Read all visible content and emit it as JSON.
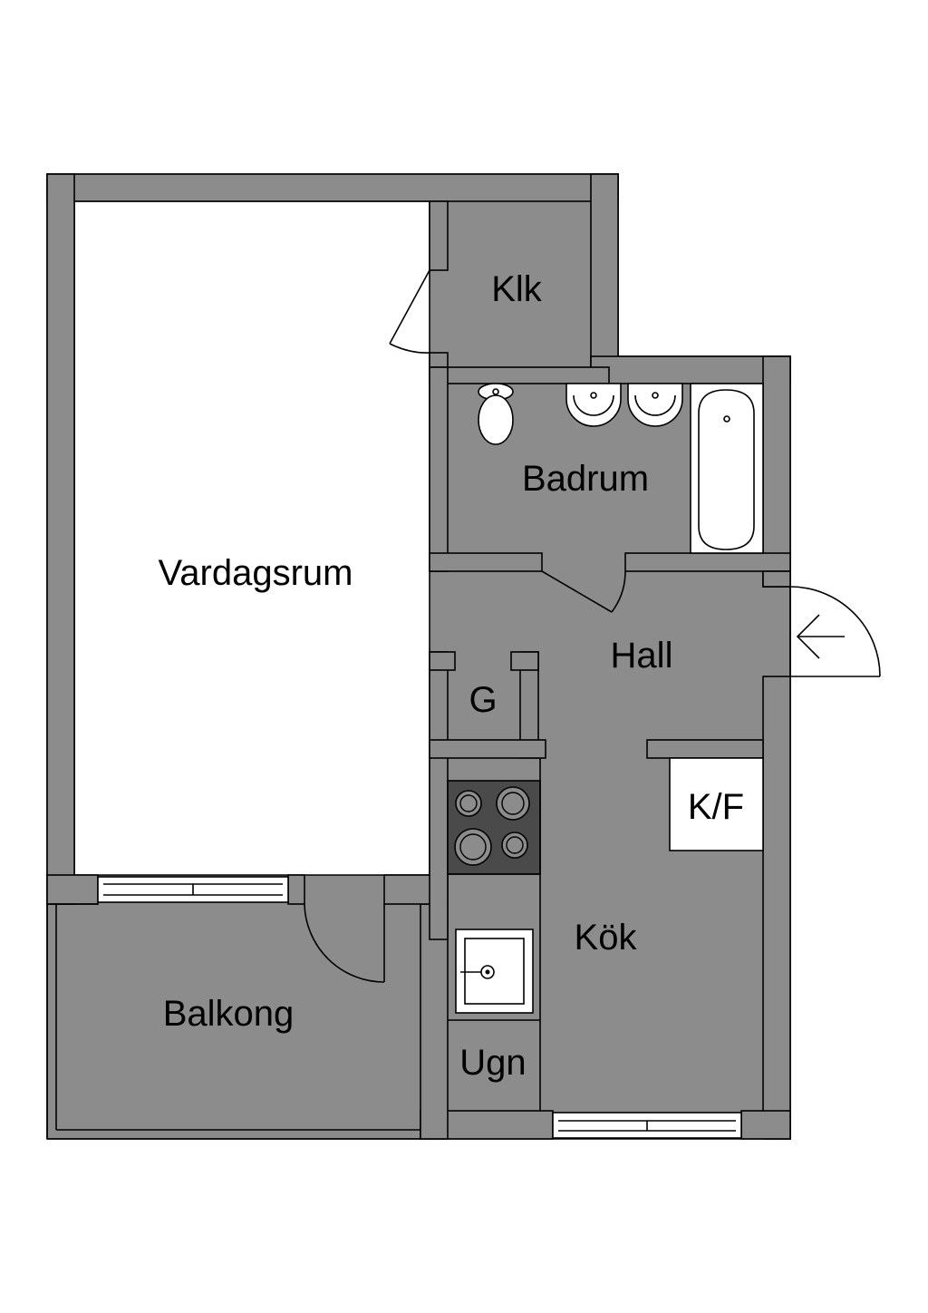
{
  "rooms": {
    "klk": "Klk",
    "badrum": "Badrum",
    "vardagsrum": "Vardagsrum",
    "hall": "Hall",
    "g": "G",
    "kf": "K/F",
    "kok": "Kök",
    "balkong": "Balkong",
    "ugn": "Ugn"
  },
  "colors": {
    "wall": "#8c8c8c",
    "stove": "#4a4a4a",
    "line": "#000000",
    "background": "#ffffff"
  },
  "icons": {
    "entrance": "arrow-left-icon"
  }
}
